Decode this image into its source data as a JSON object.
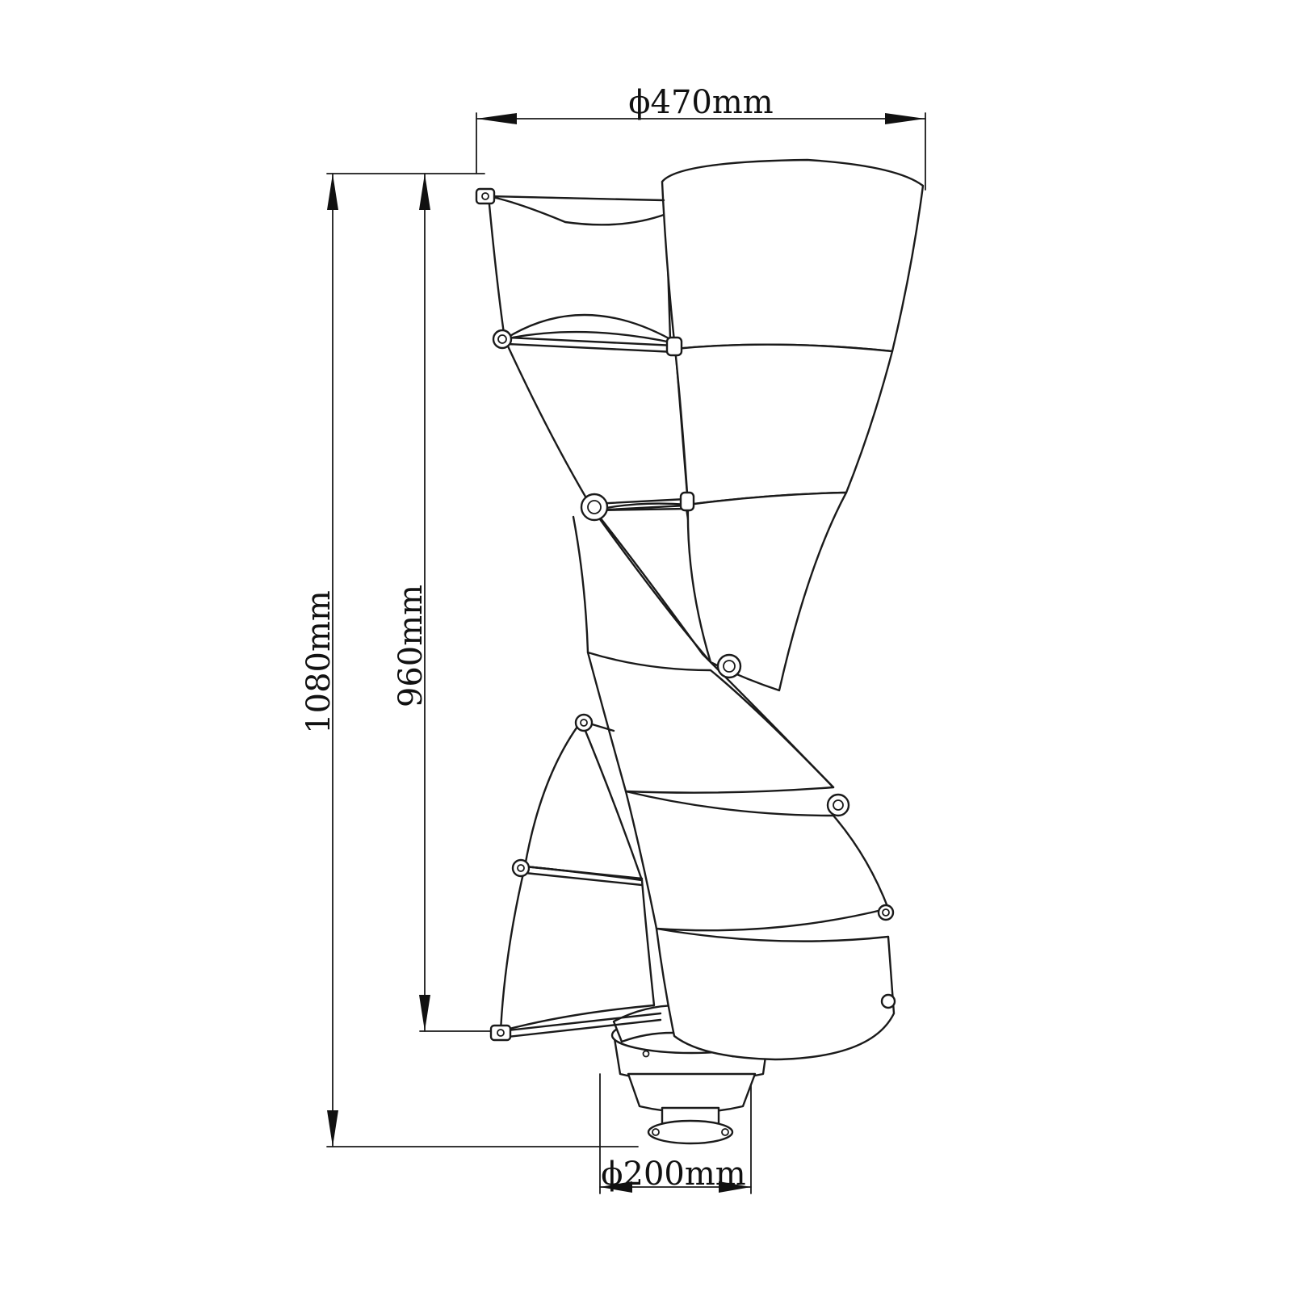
{
  "dimensions": {
    "rotor_diameter": "ϕ470mm",
    "total_height": "1080mm",
    "blade_height": "960mm",
    "base_diameter": "ϕ200mm"
  },
  "colors": {
    "line": "#1a1a1a",
    "background": "#ffffff"
  }
}
